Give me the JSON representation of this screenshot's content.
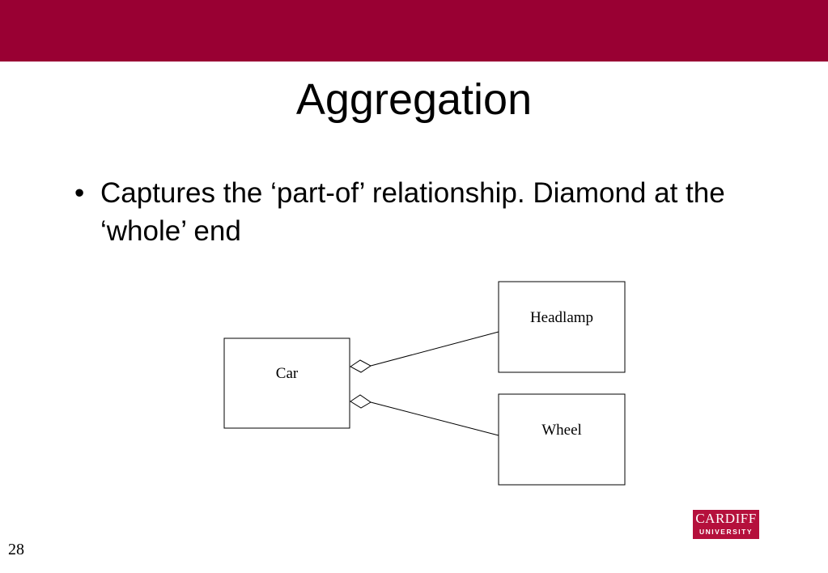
{
  "slide": {
    "title": "Aggregation",
    "number": "28",
    "header_color": "#990033"
  },
  "bullets": [
    {
      "glyph": "•",
      "text": "Captures the ‘part-of’ relationship. Diamond at the ‘whole’ end"
    }
  ],
  "diagram": {
    "classes": {
      "car": "Car",
      "headlamp": "Headlamp",
      "wheel": "Wheel"
    },
    "relationships": [
      {
        "type": "aggregation",
        "whole": "Car",
        "part": "Headlamp"
      },
      {
        "type": "aggregation",
        "whole": "Car",
        "part": "Wheel"
      }
    ]
  },
  "logo": {
    "line1": "CARDIFF",
    "line2": "UNIVERSITY",
    "color": "#b5103c"
  }
}
